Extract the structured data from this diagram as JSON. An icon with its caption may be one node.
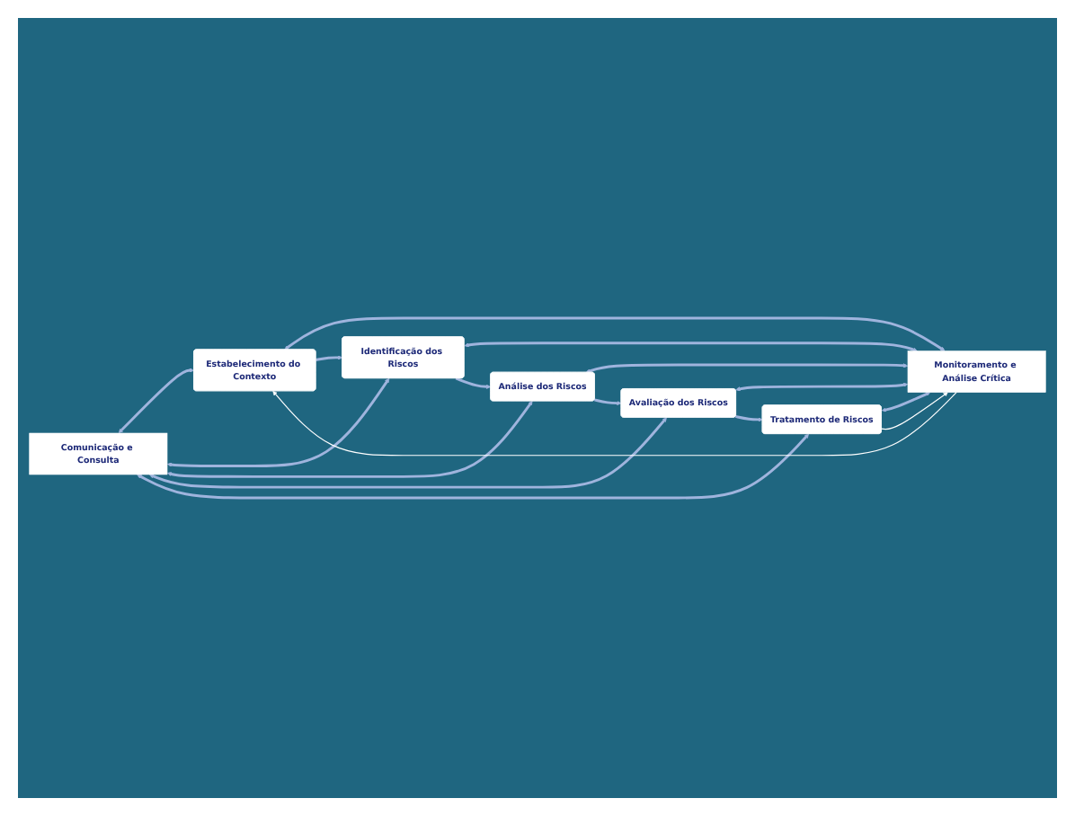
{
  "diagram": {
    "nodes": [
      {
        "text": [
          "Comunicação e Consulta"
        ]
      },
      {
        "text": [
          "Estabelecimento do Contexto"
        ]
      },
      {
        "text": [
          "Identificação dos Riscos"
        ]
      },
      {
        "text": [
          "Análise dos Riscos"
        ]
      },
      {
        "text": [
          "Avaliação dos Riscos"
        ]
      },
      {
        "text": [
          "Tratamento de Riscos"
        ]
      },
      {
        "text": [
          "Monitoramento e Análise Crítica"
        ]
      }
    ],
    "edges": [
      {
        "from": 0,
        "to": 1,
        "arrow": "both"
      },
      {
        "from": 1,
        "to": 6,
        "arrow": "both"
      },
      {
        "from": 1,
        "to": 2,
        "arrow": "to"
      },
      {
        "from": 0,
        "to": 2,
        "arrow": "both"
      },
      {
        "from": 2,
        "to": 6,
        "arrow": "both"
      },
      {
        "from": 2,
        "to": 3,
        "arrow": "to"
      },
      {
        "from": 0,
        "to": 3,
        "arrow": "both"
      },
      {
        "from": 3,
        "to": 6,
        "arrow": "both"
      },
      {
        "from": 3,
        "to": 4,
        "arrow": "to"
      },
      {
        "from": 0,
        "to": 4,
        "arrow": "both"
      },
      {
        "from": 4,
        "to": 6,
        "arrow": "both"
      },
      {
        "from": 4,
        "to": 5,
        "arrow": "to"
      },
      {
        "from": 0,
        "to": 5,
        "arrow": "both"
      },
      {
        "from": 5,
        "to": 6,
        "arrow": "both"
      },
      {
        "from": 6,
        "to": 1,
        "arrow": "to",
        "color": "#ffffff"
      },
      {
        "from": 5,
        "to": 6,
        "arrow": "to",
        "color": "#ffffff"
      }
    ]
  }
}
